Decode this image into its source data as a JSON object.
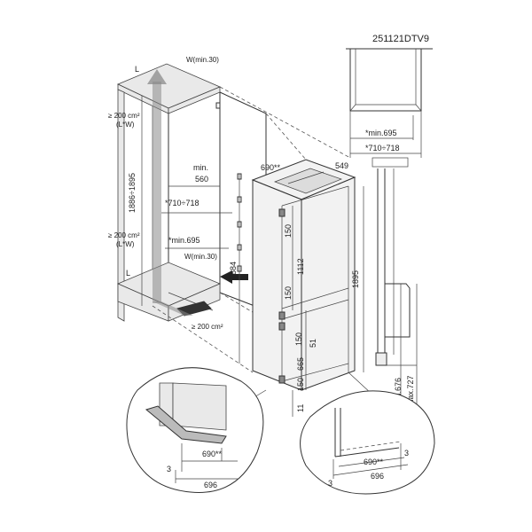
{
  "model_code": "251121DTV9",
  "labels": {
    "L": "L",
    "w_min_top": "W(min.30)",
    "w_min_bottom": "W(min.30)",
    "vent_top": "≥ 200 cm²",
    "vent_top_unit": "(L*W)",
    "vent_mid": "≥ 200 cm²",
    "vent_mid_unit": "(L*W)",
    "vent_bottom": "≥ 200 cm²",
    "niche_height": "1886÷1895",
    "min_560": "min.",
    "min_560_val": "560",
    "depth_range": "*710÷718",
    "min_695": "*min.695",
    "appliance_height": "1884",
    "width_690": "690**",
    "depth_549": "549",
    "dim_150_top": "150",
    "dim_1112": "1112",
    "dim_150_mid": "150",
    "dim_150_low": "150",
    "dim_51": "51",
    "dim_665": "665",
    "dim_150_bottom": "150",
    "dim_11": "11",
    "total_height": "1895",
    "top_min_695": "*min.695",
    "top_710_718": "*710÷718",
    "side_min_676": "min.676",
    "side_max_727": "max.727",
    "detail_left_690": "690**",
    "detail_left_3": "3",
    "detail_left_696": "696",
    "detail_right_3a": "3",
    "detail_right_690": "690**",
    "detail_right_3b": "3",
    "detail_right_696": "696"
  }
}
